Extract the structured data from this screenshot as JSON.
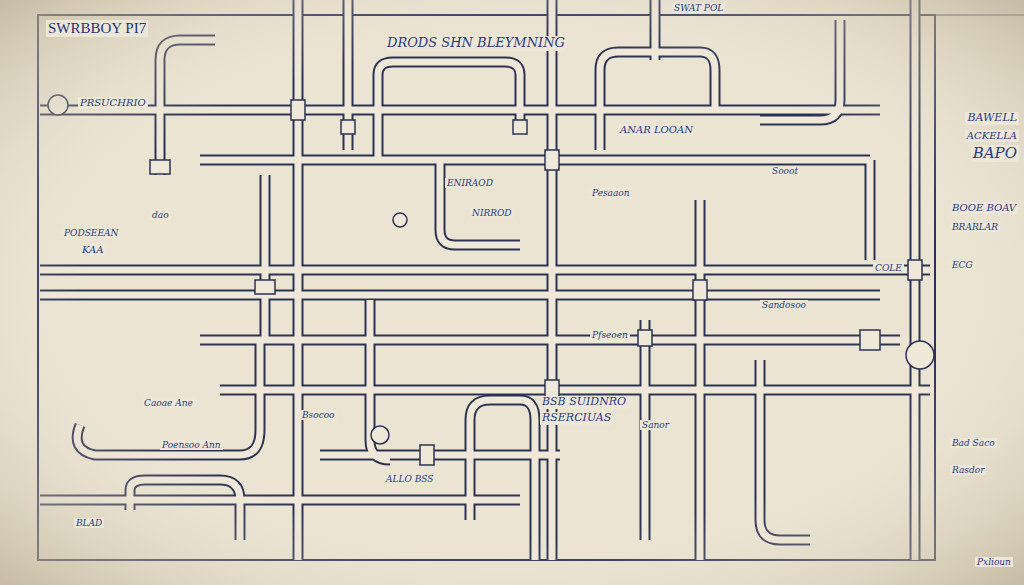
{
  "diagram": {
    "title": "SWRBBOY PI7",
    "labels": [
      "DRODS SHN BLEYMNING",
      "SWAT POL",
      "PRSUCHRIO",
      "PODSEEAN",
      "KAA",
      "ANAR LOOAN",
      "Sooot",
      "BAWELL",
      "ACKELLA",
      "BAPO",
      "BOOE BOAV",
      "BRARLAR",
      "COLE",
      "ENIRAOD",
      "Pesaaon",
      "NIRROD",
      "BSB SUIDNRO",
      "RSERCIUAS",
      "ALLO BSS",
      "BLAD",
      "Pxlioun",
      "Caoae Ane",
      "Bsocoo",
      "Poensoo Ann",
      "Sanor",
      "Bad Saco",
      "Rasdor",
      "ECG",
      "dao",
      "Pfseoen",
      "Sandosoo"
    ]
  }
}
